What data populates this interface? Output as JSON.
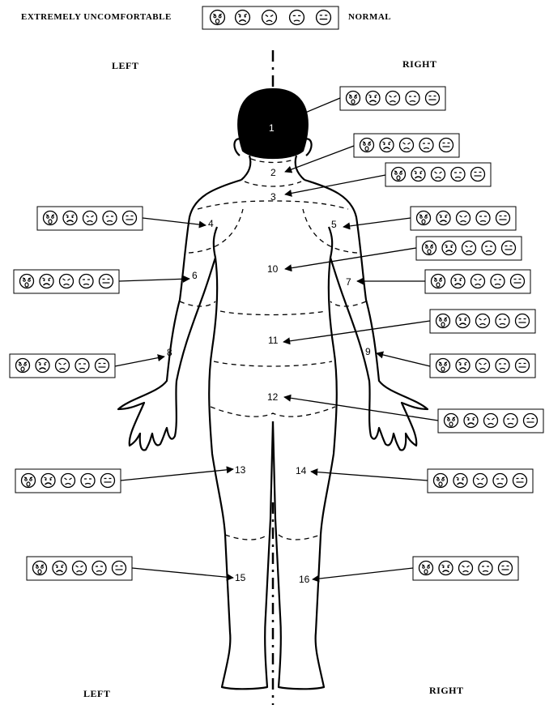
{
  "scale": {
    "left_label": "EXTREMELY UNCOMFORTABLE",
    "right_label": "NORMAL",
    "faces": [
      "very-distressed-face-icon",
      "sad-face-icon",
      "uncomfortable-face-icon",
      "slightly-uncomfortable-face-icon",
      "neutral-face-icon"
    ]
  },
  "sides": {
    "top_left": "LEFT",
    "top_right": "RIGHT",
    "bottom_left": "LEFT",
    "bottom_right": "RIGHT"
  },
  "regions": [
    {
      "id": "1"
    },
    {
      "id": "2"
    },
    {
      "id": "3"
    },
    {
      "id": "4"
    },
    {
      "id": "5"
    },
    {
      "id": "6"
    },
    {
      "id": "7"
    },
    {
      "id": "8"
    },
    {
      "id": "9"
    },
    {
      "id": "10"
    },
    {
      "id": "11"
    },
    {
      "id": "12"
    },
    {
      "id": "13"
    },
    {
      "id": "14"
    },
    {
      "id": "15"
    },
    {
      "id": "16"
    }
  ]
}
